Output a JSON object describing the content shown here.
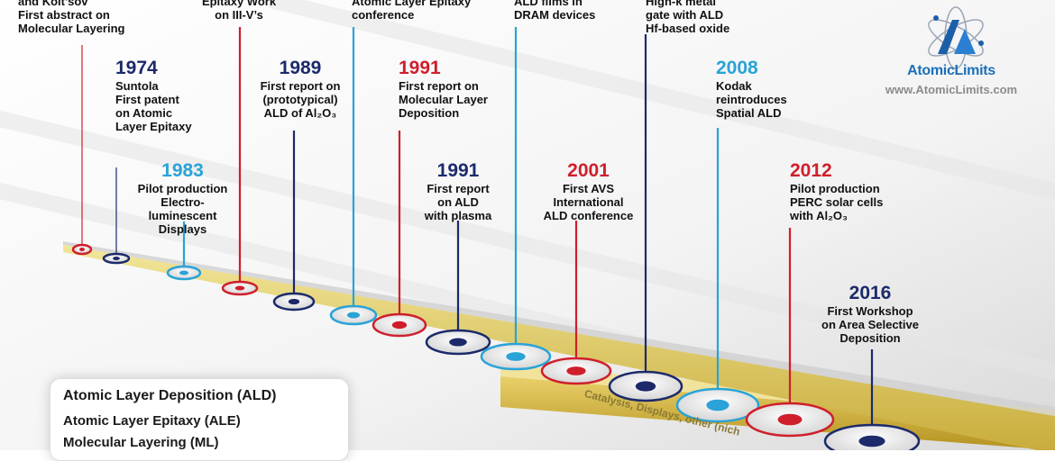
{
  "events": [
    {
      "id": "e0",
      "year": "",
      "text": "and Kolt’sov\nFirst abstract on\nMolecular Layering",
      "color": "#cf1f2c"
    },
    {
      "id": "e1",
      "year": "1974",
      "text": "Suntola\nFirst patent\non Atomic\nLayer Epitaxy",
      "color": "#1c2a6b"
    },
    {
      "id": "e2",
      "year": "1983",
      "text": "Pilot production\nElectro-\nluminescent\nDisplays",
      "color": "#29a3d8"
    },
    {
      "id": "e3",
      "year": "",
      "text": "Epitaxy Work\non III-V’s",
      "color": "#cf1f2c"
    },
    {
      "id": "e4",
      "year": "1989",
      "text": "First report on\n(prototypical)\nALD of Al₂O₃",
      "color": "#1c2a6b"
    },
    {
      "id": "e5",
      "year": "",
      "text": "Atomic Layer Epitaxy\nconference",
      "color": "#29a3d8"
    },
    {
      "id": "e6",
      "year": "1991",
      "text": "First report on\nMolecular Layer\nDeposition",
      "color": "#cf1f2c"
    },
    {
      "id": "e7",
      "year": "1991",
      "text": "First report\non ALD\nwith plasma",
      "color": "#1c2a6b"
    },
    {
      "id": "e8",
      "year": "",
      "text": "ALD films in\nDRAM devices",
      "color": "#29a3d8"
    },
    {
      "id": "e9",
      "year": "2001",
      "text": "First AVS\nInternational\nALD conference",
      "color": "#cf1f2c"
    },
    {
      "id": "e10",
      "year": "",
      "text": "High-k metal\ngate with ALD\nHf-based oxide",
      "color": "#1c2a6b"
    },
    {
      "id": "e11",
      "year": "2008",
      "text": "Kodak\nreintroduces\nSpatial ALD",
      "color": "#29a3d8"
    },
    {
      "id": "e12",
      "year": "2012",
      "text": "Pilot production\nPERC solar cells\nwith Al₂O₃",
      "color": "#cf1f2c"
    },
    {
      "id": "e13",
      "year": "2016",
      "text": "First Workshop\non Area Selective\nDeposition",
      "color": "#1c2a6b"
    }
  ],
  "brand": {
    "name": "AtomicLimits",
    "url": "www.AtomicLimits.com",
    "logo_icon": "atom-logo-icon",
    "accent": "#1c6fb8"
  },
  "legend": {
    "title": "Atomic Layer Deposition (ALD)",
    "items": [
      "Atomic Layer Epitaxy (ALE)",
      "Molecular Layering (ML)"
    ]
  },
  "applications_label": "Catalysis, Displays, other (nich",
  "colors": {
    "red": "#cf1f2c",
    "navy": "#1c2a6b",
    "cyan": "#29a3d8",
    "track": "#e2cc66"
  }
}
